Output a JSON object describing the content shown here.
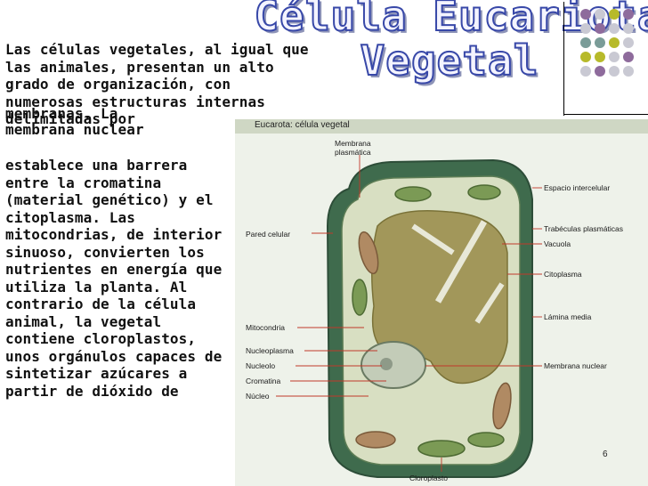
{
  "title": {
    "line1": "Célula Eucariota",
    "line2": "Vegetal"
  },
  "body_text": {
    "p1": "Las células vegetales, al igual que las  animales, presentan un alto grado de organización, con numerosas estructuras internas delimitadas por",
    "p2_overlap_a": "membranas. La",
    "p2_overlap_b": "membrana nuclear",
    "p3": "establece una barrera entre la cromatina (material genético) y el citoplasma. Las mitocondrias, de interior sinuoso, convierten los nutrientes en energía que utiliza  la planta. Al contrario de la célula animal, la vegetal contiene cloroplastos, unos orgánulos capaces de sintetizar azúcares a partir de dióxido de"
  },
  "figure": {
    "title": "Eucarota: célula vegetal",
    "labels": {
      "membrana": "Membrana\nplasmática",
      "espacio": "Espacio intercelular",
      "pared": "Pared celular",
      "trabeculas": "Trabéculas plasmáticas",
      "vacuola": "Vacuola",
      "citoplasma": "Citoplasma",
      "lamina": "Lámina media",
      "mitocondria": "Mitocondria",
      "nucleoplasma": "Nucleoplasma",
      "nucleolo": "Nucleolo",
      "cromatina": "Cromatina",
      "nucleo": "Núcleo",
      "membrana_nuclear": "Membrana nuclear",
      "cloroplasto": "Cloroplasto"
    }
  },
  "page_number": "6",
  "colors": {
    "dot_purple": "#8e6b9c",
    "dot_teal": "#7a9c98",
    "dot_olive": "#b7ba2a",
    "dot_grey": "#c9c9d3",
    "cell_wall": "#4f7a5a",
    "vacuole": "#a2975a",
    "label_line": "#c0392b"
  }
}
